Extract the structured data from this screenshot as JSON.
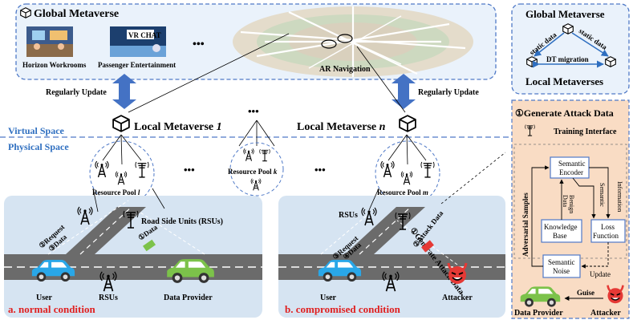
{
  "global_metaverse": {
    "title": "Global Metaverse",
    "app1": "Horizon Workrooms",
    "app2": "Passenger Entertainment",
    "app2_logo": "VR CHAT",
    "ellipsis": "•••",
    "ar_navigation": "AR Navigation"
  },
  "update": {
    "left": "Regularly Update",
    "right": "Regularly Update"
  },
  "local": {
    "left_label": "Local Metaverse ",
    "left_index": "1",
    "right_label": "Local Metaverse ",
    "right_index": "n",
    "mid_ellipsis": "•••"
  },
  "spaces": {
    "virtual": "Virtual Space",
    "physical": "Physical Space"
  },
  "pools": {
    "left_label": "Resource Pool ",
    "left_index": "l",
    "mid_label": "Resource Pool ",
    "mid_index": "k",
    "right_label": "Resource Pool ",
    "right_index": "m",
    "ellipsis": "•••"
  },
  "panel_a": {
    "caption": "a. normal condition",
    "rsus_top": "Road Side Units (RSUs)",
    "request": "②Request",
    "data": "③Data",
    "provider_data": "①Data",
    "user": "User",
    "rsus_bottom": "RSUs",
    "data_provider": "Data Provider"
  },
  "panel_b": {
    "caption": "b. compromised condition",
    "rsus": "RSUs",
    "request": "③Request",
    "data": "④Data",
    "generate": "①Generate Attack Data",
    "attack_data": "②Attack Data",
    "attacker": "Attacker"
  },
  "legend": {
    "global": "Global Metaverse",
    "local": "Local Metaverses",
    "static_left": "static data",
    "static_right": "static data",
    "dt_migration": "DT migration"
  },
  "attack_panel": {
    "title": "①Generate Attack Data",
    "training": "Training Interface",
    "semantic_encoder_line1": "Semantic",
    "semantic_encoder_line2": "Encoder",
    "adversarial": "Adversarial Samples",
    "benign_line1": "Benign",
    "benign_line2": "Data",
    "sem_info_line1": "Semantic",
    "sem_info_line2": "Information",
    "knowledge_line1": "Knowledge",
    "knowledge_line2": "Base",
    "loss_line1": "Loss",
    "loss_line2": "Function",
    "noise_line1": "Semantic",
    "noise_line2": "Noise",
    "update": "Update",
    "guise": "Guise",
    "data_provider": "Data Provider",
    "attacker": "Attacker"
  },
  "colors": {
    "accent_blue": "#2f6fc0",
    "dash_blue": "#4f79c7",
    "panel_bg": "#d6e4f2",
    "attack_bg": "#f9dcc4",
    "road": "#6b6b6b",
    "caption_red": "#e02020",
    "user_car": "#29a7e8",
    "provider_car": "#7cc24a",
    "attacker_red": "#e53935"
  },
  "icons": {
    "cube": "cube-icon",
    "antenna": "antenna-icon",
    "car": "car-icon",
    "devil": "devil-icon",
    "arrow": "double-arrow-icon"
  }
}
